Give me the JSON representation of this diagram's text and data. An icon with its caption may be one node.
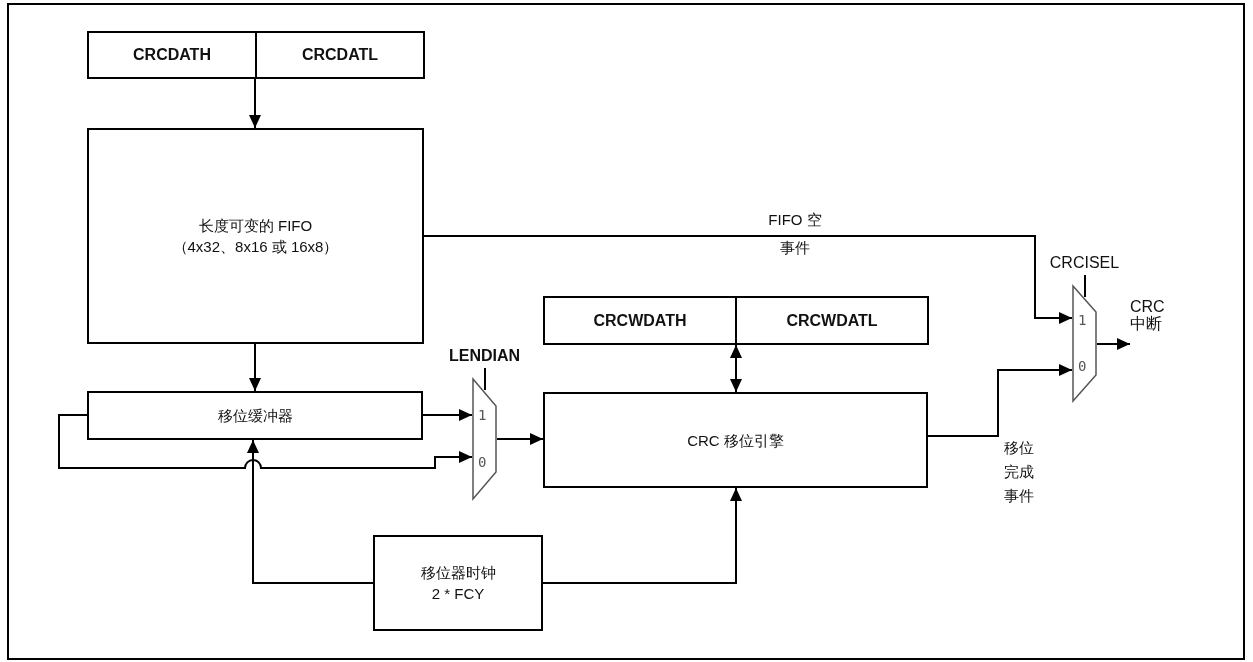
{
  "diagram": {
    "nodes": [
      {
        "text": [
          "CRCDATH"
        ]
      },
      {
        "text": [
          "CRCDATL"
        ]
      },
      {
        "text": [
          "长度可变的 FIFO",
          "（4x32、8x16 或 16x8）"
        ]
      },
      {
        "text": [
          "移位缓冲器"
        ]
      },
      {
        "text": [
          "LENDIAN",
          "1",
          "0"
        ]
      },
      {
        "text": [
          "CRCWDATH"
        ]
      },
      {
        "text": [
          "CRCWDATL"
        ]
      },
      {
        "text": [
          "CRC 移位引擎"
        ]
      },
      {
        "text": [
          "CRCISEL",
          "1",
          "0"
        ]
      },
      {
        "text": [
          "移位器时钟",
          "2 * FCY"
        ]
      },
      {
        "text": [
          "CRC 中断"
        ]
      }
    ],
    "edges": [
      {
        "from": 0,
        "to": 2,
        "arrow": "to"
      },
      {
        "from": 2,
        "to": 3,
        "arrow": "to"
      },
      {
        "from": 2,
        "to": 8,
        "arrow": "to",
        "label": "FIFO 空事件"
      },
      {
        "from": 3,
        "to": 4,
        "arrow": "to"
      },
      {
        "from": 3,
        "to": 4,
        "arrow": "to"
      },
      {
        "from": 4,
        "to": 7,
        "arrow": "to"
      },
      {
        "from": 5,
        "to": 7,
        "arrow": "both"
      },
      {
        "from": 7,
        "to": 8,
        "arrow": "to",
        "label": "移位完成事件"
      },
      {
        "from": 9,
        "to": 3,
        "arrow": "to"
      },
      {
        "from": 9,
        "to": 7,
        "arrow": "to"
      },
      {
        "from": 8,
        "to": 10,
        "arrow": "to"
      }
    ]
  }
}
